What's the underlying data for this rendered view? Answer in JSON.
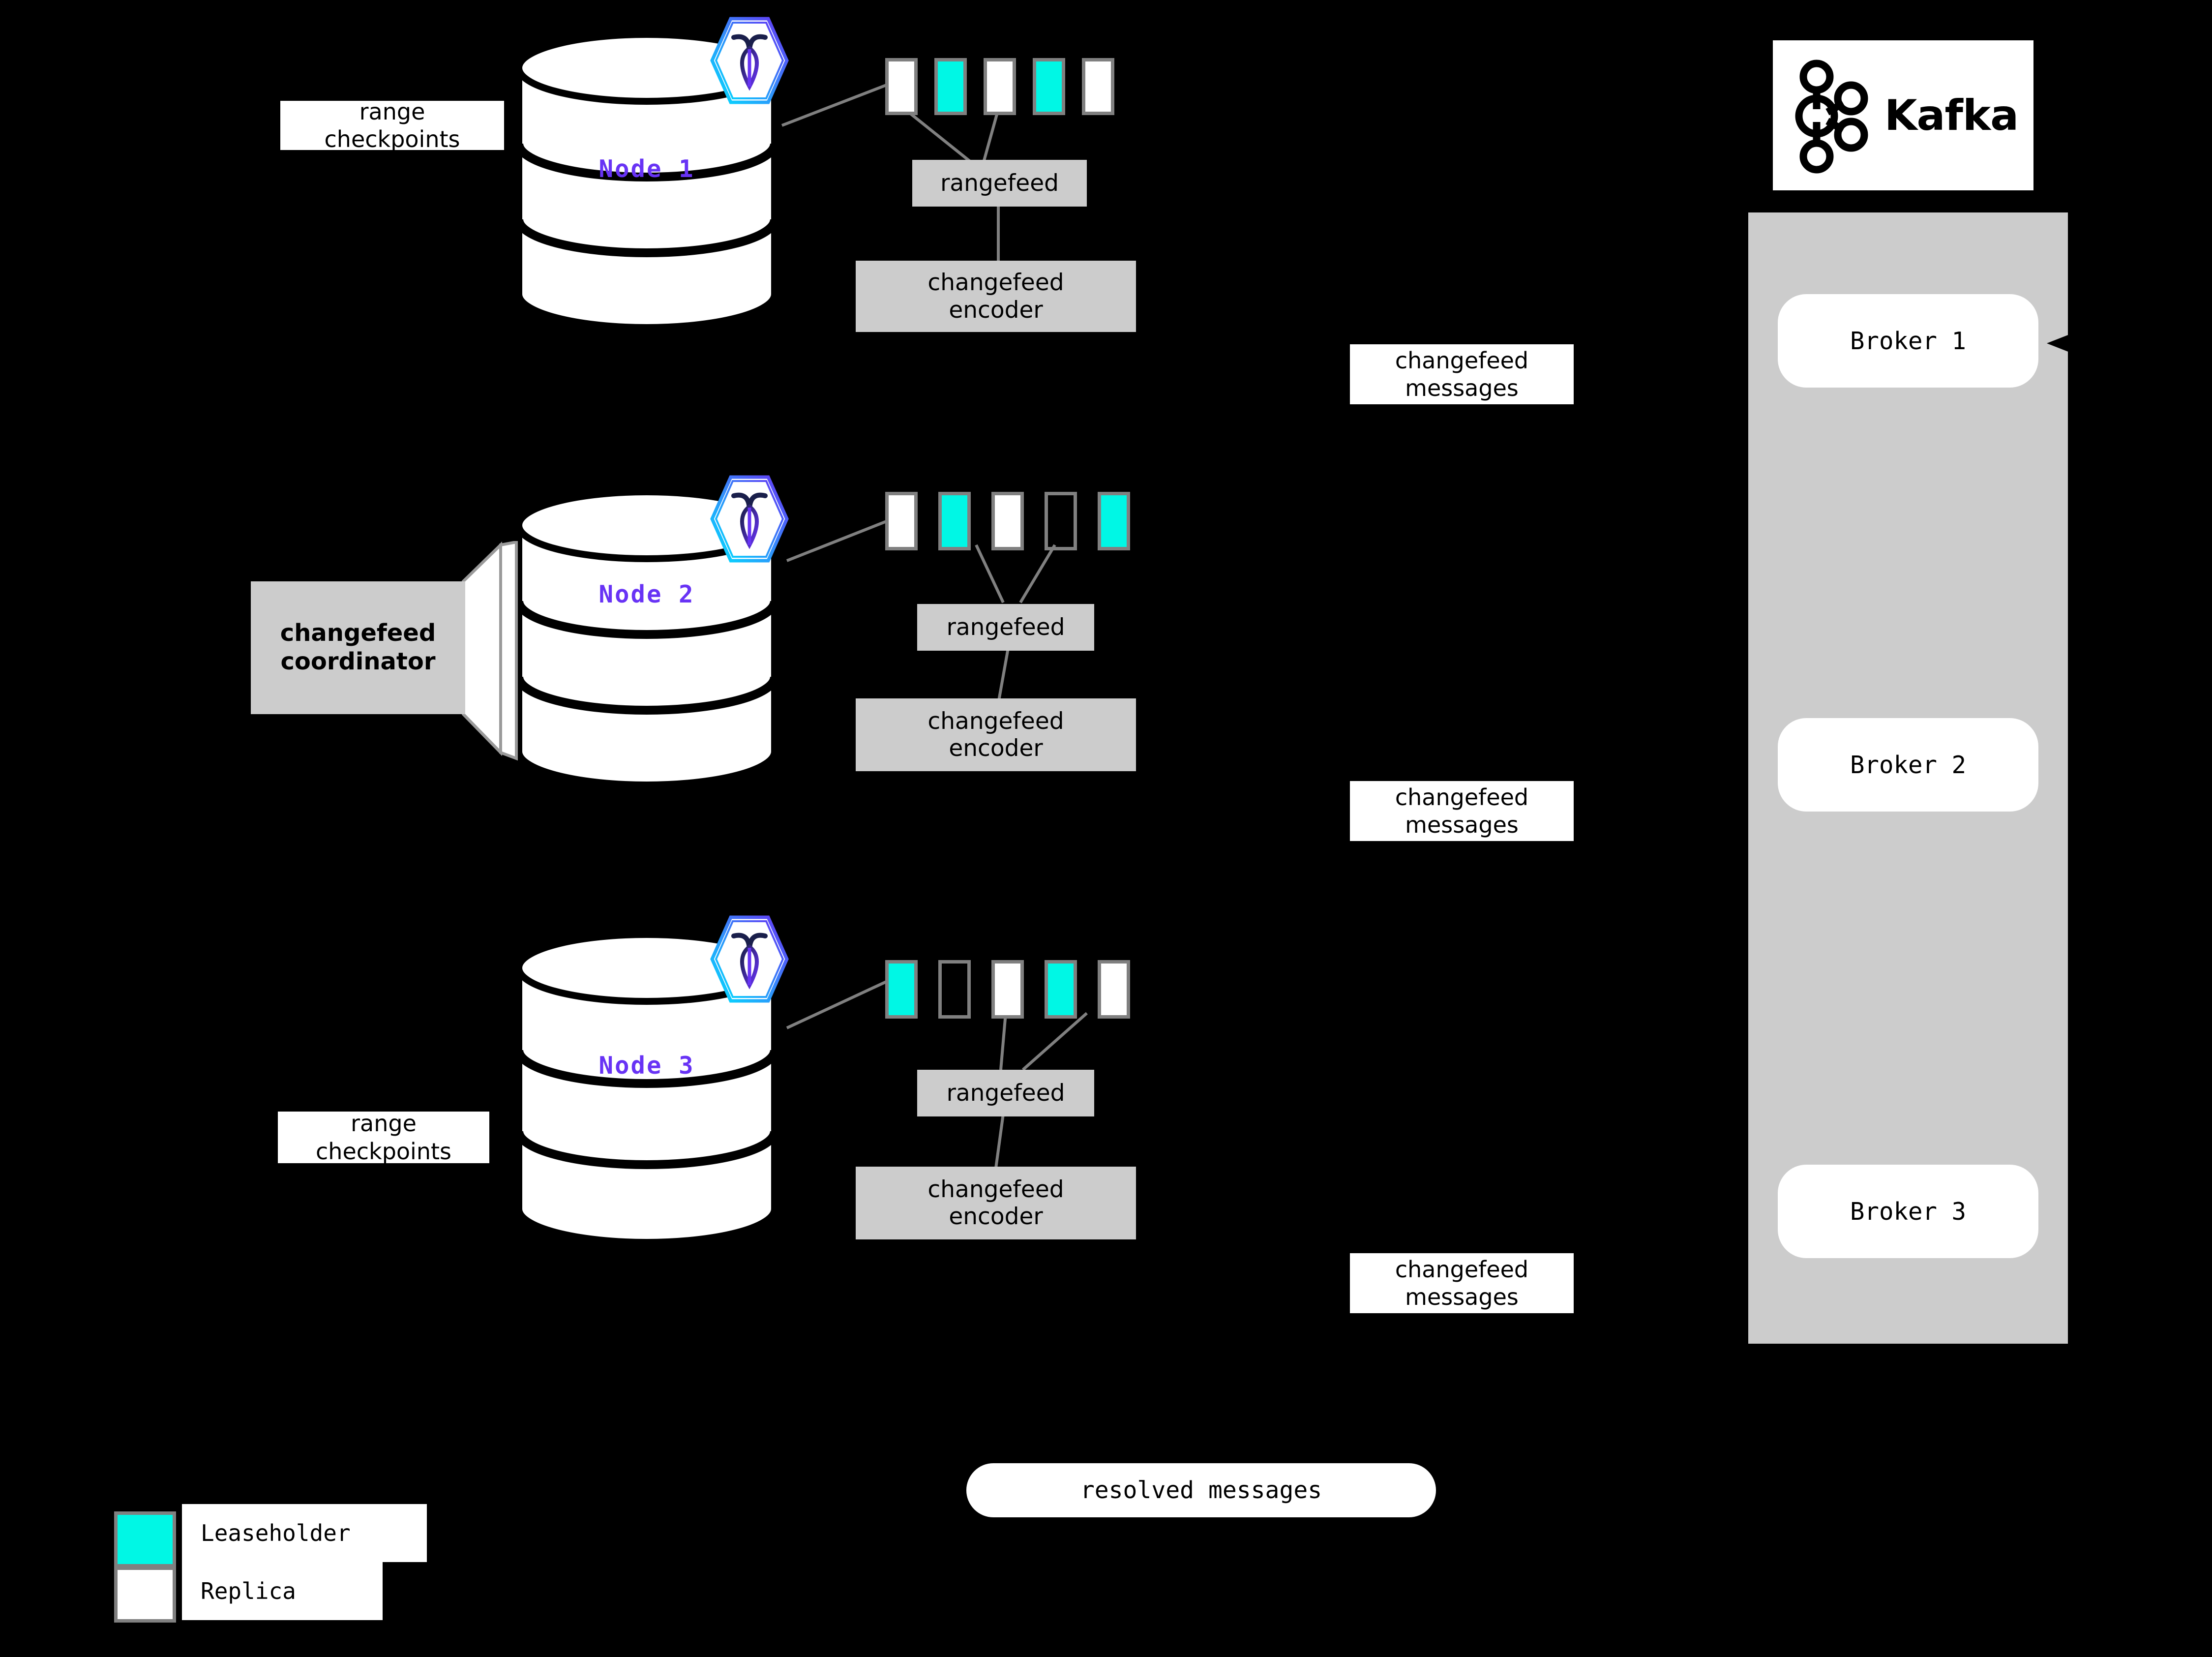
{
  "diagram": {
    "title": "CockroachDB changefeed to Kafka architecture",
    "background": "#000000",
    "colors": {
      "leaseholder": "#00F7E5",
      "replica": "#FFFFFF",
      "box_grey": "#CCCCCC",
      "outline_grey": "#808080",
      "node_label": "#6833F5"
    }
  },
  "nodes": [
    {
      "id": "node1",
      "label": "Node 1",
      "badge_icon": "cockroachdb-logo-icon",
      "caption": {
        "line1": "range",
        "line2": "checkpoints"
      },
      "ranges": [
        "replica",
        "leaseholder",
        "replica",
        "leaseholder",
        "replica"
      ],
      "rangefeed_label": "rangefeed",
      "encoder_label": {
        "line1": "changefeed",
        "line2": "encoder"
      },
      "messages_label": {
        "line1": "changefeed",
        "line2": "messages"
      }
    },
    {
      "id": "node2",
      "label": "Node 2",
      "badge_icon": "cockroachdb-logo-icon",
      "coordinator": {
        "line1": "changefeed",
        "line2": "coordinator"
      },
      "ranges": [
        "replica",
        "leaseholder",
        "replica",
        "empty",
        "leaseholder"
      ],
      "rangefeed_label": "rangefeed",
      "encoder_label": {
        "line1": "changefeed",
        "line2": "encoder"
      },
      "messages_label": {
        "line1": "changefeed",
        "line2": "messages"
      }
    },
    {
      "id": "node3",
      "label": "Node 3",
      "badge_icon": "cockroachdb-logo-icon",
      "caption": {
        "line1": "range",
        "line2": "checkpoints"
      },
      "ranges": [
        "leaseholder",
        "empty",
        "replica",
        "leaseholder",
        "replica"
      ],
      "rangefeed_label": "rangefeed",
      "encoder_label": {
        "line1": "changefeed",
        "line2": "encoder"
      },
      "messages_label": {
        "line1": "changefeed",
        "line2": "messages"
      }
    }
  ],
  "kafka": {
    "logo_text": "Kafka",
    "logo_icon": "kafka-logo-icon",
    "brokers": [
      "Broker 1",
      "Broker 2",
      "Broker 3"
    ]
  },
  "resolved": {
    "label": "resolved messages"
  },
  "legend": {
    "items": [
      {
        "swatch": "leaseholder",
        "label": "Leaseholder"
      },
      {
        "swatch": "replica",
        "label": "Replica"
      }
    ]
  }
}
